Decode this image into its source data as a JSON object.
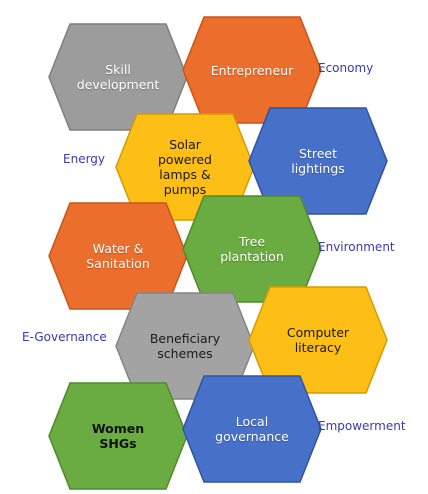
{
  "hexagons": [
    {
      "id": "skill",
      "label": "Skill\ndevelopment",
      "fill": "#9c9c9c",
      "stroke": "#7f7f7f"
    },
    {
      "id": "entrepreneur",
      "label": "Entrepreneur",
      "fill": "#ec6e2d",
      "stroke": "#c85516"
    },
    {
      "id": "solar",
      "label": "Solar\npowered\nlamps &\npumps",
      "fill": "#fdbf16",
      "stroke": "#d39c00"
    },
    {
      "id": "street",
      "label": "Street\nlightings",
      "fill": "#4770c8",
      "stroke": "#2f54a0"
    },
    {
      "id": "water",
      "label": "Water &\nSanitation",
      "fill": "#ec6e2d",
      "stroke": "#c85516"
    },
    {
      "id": "tree",
      "label": "Tree\nplantation",
      "fill": "#6aab42",
      "stroke": "#4f8a2e"
    },
    {
      "id": "beneficiary",
      "label": "Beneficiary\nschemes",
      "fill": "#a3a3a3",
      "stroke": "#858585"
    },
    {
      "id": "computer",
      "label": "Computer\nliteracy",
      "fill": "#fdbf16",
      "stroke": "#d39c00"
    },
    {
      "id": "women",
      "label": "Women\nSHGs",
      "fill": "#6aab42",
      "stroke": "#4f8a2e"
    },
    {
      "id": "local",
      "label": "Local\ngovernance",
      "fill": "#4770c8",
      "stroke": "#2f54a0"
    }
  ],
  "side_labels": {
    "economy": "Economy",
    "energy": "Energy",
    "environment": "Environment",
    "egovernance": "E-Governance",
    "empowerment": "Empowerment"
  },
  "colors": {
    "side_label": "#3a3ab0"
  }
}
